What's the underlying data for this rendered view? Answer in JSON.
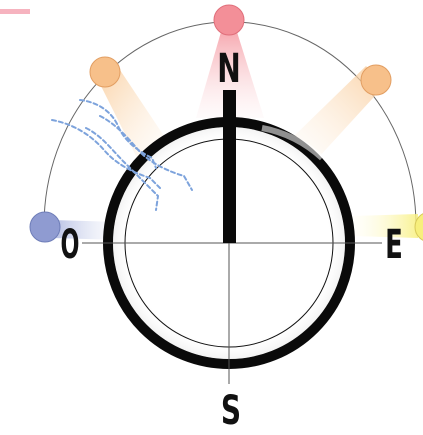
{
  "cardinals": {
    "north": "N",
    "south": "S",
    "east": "E",
    "west": "O"
  },
  "colors": {
    "ring": "#0a0a0a",
    "needle": "#0a0a0a",
    "axis_line": "#555555",
    "arc_line": "#666666",
    "sun_noon": "#f38f98",
    "sun_morning": "#f7c08a",
    "sun_afternoon": "#f7c08a",
    "sun_east": "#f7ef7c",
    "sun_west": "#8f9bd1",
    "wind": "#7da3dc",
    "corner_tab": "#f6b3bf"
  },
  "icons": {
    "wind": "wind-lines-icon",
    "sun": "sun-position-icon"
  }
}
